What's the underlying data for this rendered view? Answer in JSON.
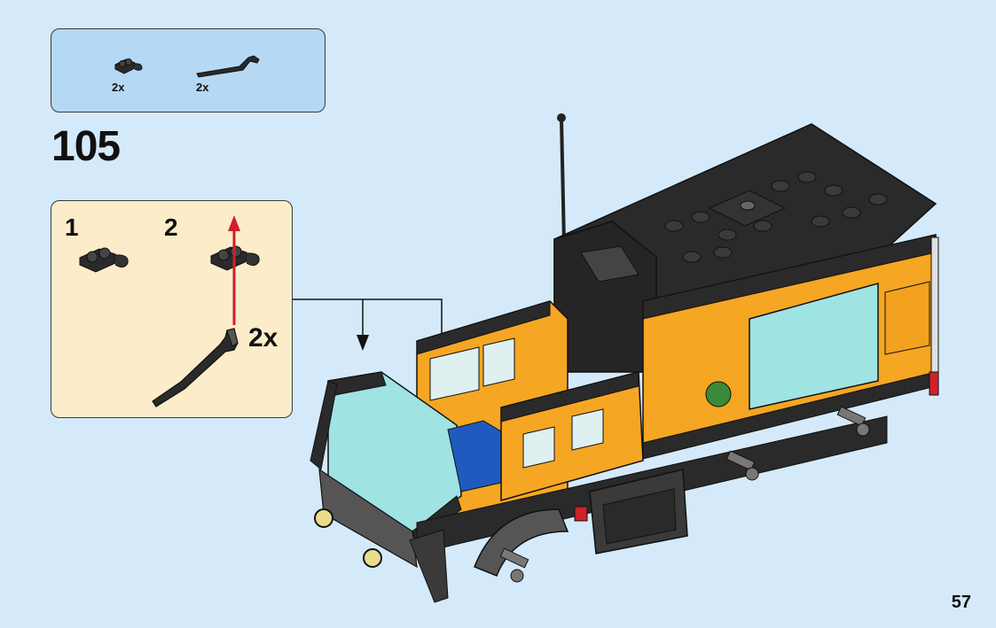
{
  "parts_box": {
    "items": [
      {
        "icon": "clip-plate-icon",
        "qty": "2x"
      },
      {
        "icon": "bent-bar-icon",
        "qty": "2x"
      }
    ]
  },
  "step": {
    "number": "105"
  },
  "sub_assembly": {
    "substeps": [
      {
        "number": "1"
      },
      {
        "number": "2"
      }
    ],
    "quantity": "2x",
    "arrow_color": "#d0202a"
  },
  "page": {
    "number": "57"
  },
  "colors": {
    "background": "#d4eafa",
    "parts_box": "#b5d8f5",
    "sub_box": "#fdecc9",
    "truck_body": "#f5a623",
    "truck_black": "#2a2a2a",
    "glass": "#9fe3e3"
  }
}
